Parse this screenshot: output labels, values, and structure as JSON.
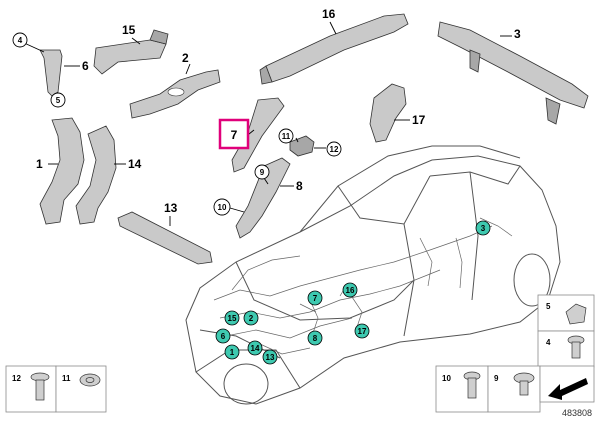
{
  "callouts": {
    "c1": "1",
    "c2": "2",
    "c3": "3",
    "c4": "4",
    "c5": "5",
    "c6": "6",
    "c7": "7",
    "c8": "8",
    "c9": "9",
    "c10": "10",
    "c11": "11",
    "c12": "12",
    "c13": "13",
    "c14": "14",
    "c15": "15",
    "c16": "16",
    "c17": "17"
  },
  "car_markers": {
    "m3": "3",
    "m7": "7",
    "m16": "16",
    "m15": "15",
    "m2": "2",
    "m6": "6",
    "m8": "8",
    "m17": "17",
    "m1": "1",
    "m14": "14",
    "m13": "13"
  },
  "table_labels": {
    "t5": "5",
    "t4": "4",
    "t12": "12",
    "t11": "11",
    "t10": "10",
    "t9": "9"
  },
  "highlight": {
    "item": "7",
    "color": "#e0007a"
  },
  "marker_color": "#3ec9b0",
  "reference_number": "483808"
}
